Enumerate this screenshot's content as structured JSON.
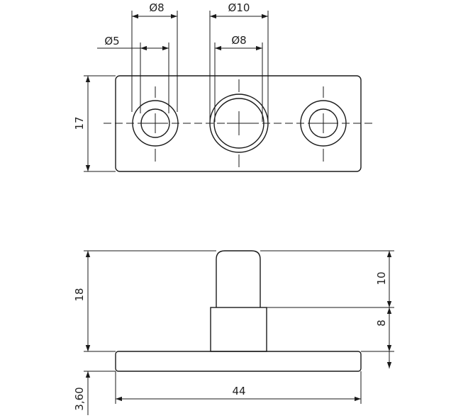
{
  "top_view": {
    "dim_d8_left": "Ø8",
    "dim_d5": "Ø5",
    "dim_d10": "Ø10",
    "dim_d8_center": "Ø8",
    "dim_height": "17"
  },
  "side_view": {
    "dim_total_height": "18",
    "dim_pin_length": "10",
    "dim_collar_height": "8",
    "dim_base_thickness": "3,60",
    "dim_width": "44"
  }
}
